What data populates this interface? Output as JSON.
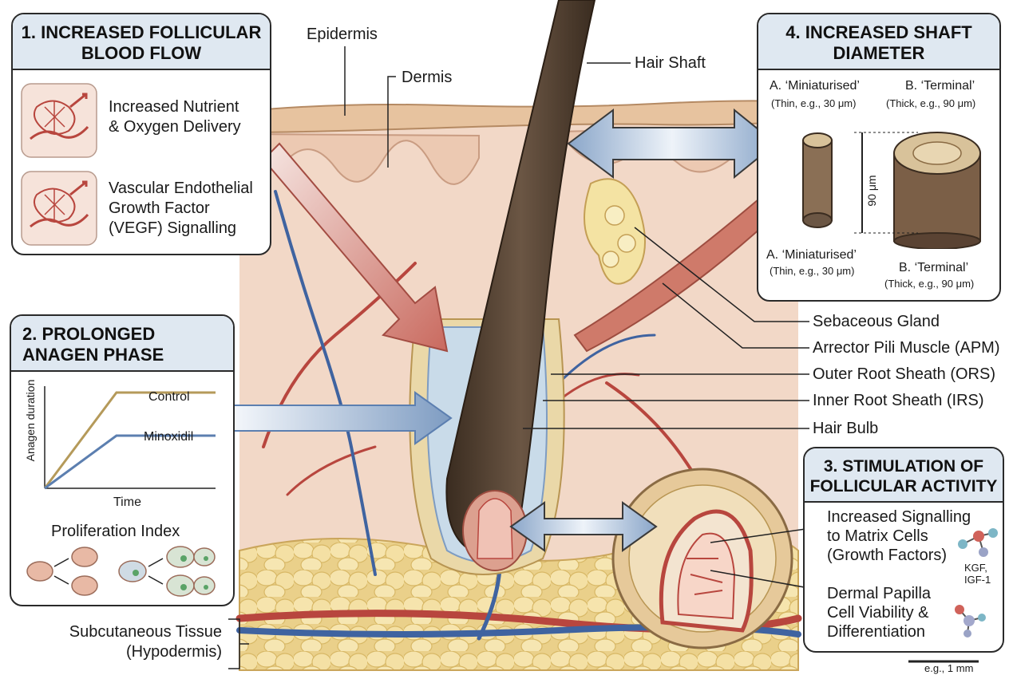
{
  "panels": {
    "p1": {
      "title_line1": "1. INCREASED FOLLICULAR",
      "title_line2": "BLOOD FLOW",
      "item1_line1": "Increased Nutrient",
      "item1_line2": "& Oxygen Delivery",
      "item2_line1": "Vascular Endothelial",
      "item2_line2": "Growth Factor",
      "item2_line3": "(VEGF) Signalling"
    },
    "p2": {
      "title_line1": "2. PROLONGED",
      "title_line2": "ANAGEN PHASE",
      "ylabel": "Anagen duration",
      "xlabel": "Time",
      "series_control": "Control",
      "series_minoxidil": "Minoxidil",
      "proliferation": "Proliferation Index"
    },
    "p3": {
      "title_line1": "3. STIMULATION OF",
      "title_line2": "FOLLICULAR ACTIVITY",
      "item1_line1": "Increased Signalling",
      "item1_line2": "to Matrix Cells",
      "item1_line3": "(Growth Factors)",
      "molecule_line1": "KGF,",
      "molecule_line2": "IGF-1",
      "item2_line1": "Dermal Papilla",
      "item2_line2": "Cell Viability &",
      "item2_line3": "Differentiation"
    },
    "p4": {
      "title_line1": "4. INCREASED SHAFT",
      "title_line2": "DIAMETER",
      "a_label": "A. ‘Miniaturised’",
      "a_sub": "(Thin, e.g., 30 μm)",
      "b_label": "B. ‘Terminal’",
      "b_sub": "(Thick, e.g., 90 μm)",
      "dim_label": "90 μm",
      "a_label_bottom": "A. ‘Miniaturised’",
      "a_sub_bottom": "(Thin, e.g., 30 μm)",
      "b_label_bottom": "B. ‘Terminal’",
      "b_sub_bottom": "(Thick, e.g., 90 μm)"
    }
  },
  "labels": {
    "epidermis": "Epidermis",
    "dermis": "Dermis",
    "hair_shaft": "Hair Shaft",
    "sebaceous": "Sebaceous Gland",
    "apm": "Arrector Pili Muscle (APM)",
    "ors": "Outer Root Sheath (ORS)",
    "irs": "Inner Root Sheath (IRS)",
    "bulb": "Hair Bulb",
    "subcut_line1": "Subcutaneous Tissue",
    "subcut_line2": "(Hypodermis)",
    "scale": "e.g., 1 mm"
  },
  "chart_data": {
    "type": "line",
    "xlabel": "Time",
    "ylabel": "Anagen duration",
    "series": [
      {
        "name": "Control",
        "values": [
          0,
          1.0,
          1.0
        ]
      },
      {
        "name": "Minoxidil",
        "values": [
          0,
          0.55,
          0.55
        ]
      }
    ]
  },
  "colors": {
    "panel_header": "#dfe8f1",
    "skin": "#f3d8c8",
    "epidermis": "#e9c6a8",
    "fat": "#f0dc9a",
    "artery": "#b8463e",
    "vein": "#3f63a0",
    "hair": "#4a3a2c",
    "control_line": "#b59a5a",
    "minoxidil_line": "#5c7fb0"
  }
}
